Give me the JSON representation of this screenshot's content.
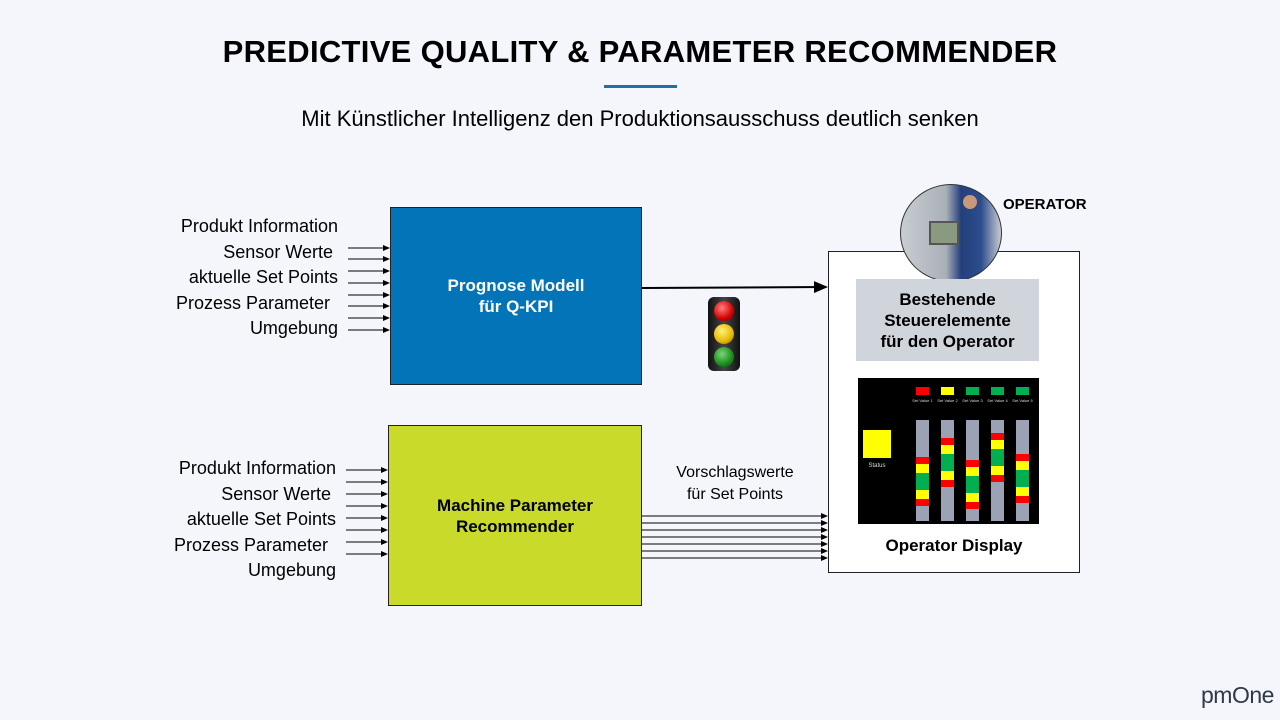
{
  "title": "PREDICTIVE  QUALITY & PARAMETER  RECOMMENDER",
  "subtitle": "Mit Künstlicher Intelligenz den Produktionsausschuss deutlich senken",
  "inputs_top": [
    "Produkt Information",
    "Sensor Werte",
    "aktuelle Set Points",
    "Prozess Parameter",
    "Umgebung"
  ],
  "inputs_bottom": [
    "Produkt Information",
    "Sensor Werte",
    "aktuelle Set Points",
    "Prozess Parameter",
    "Umgebung"
  ],
  "prognose": {
    "line1": "Prognose Modell",
    "line2": "für Q-KPI"
  },
  "recommender": {
    "line1": "Machine Parameter",
    "line2": "Recommender"
  },
  "vorschlag": {
    "line1": "Vorschlagswerte",
    "line2": "für Set Points"
  },
  "operator": {
    "label": "OPERATOR",
    "controls": {
      "line1": "Bestehende",
      "line2": "Steuerelemente",
      "line3": "für den Operator"
    },
    "display_label": "Operator Display",
    "display": {
      "status_label": "Status",
      "status_color": "#ffff00",
      "columns": [
        {
          "label": "Set Value 1",
          "indicator": "#ff0000",
          "value": 39
        },
        {
          "label": "Set Value 2",
          "indicator": "#ffff00",
          "value": 58
        },
        {
          "label": "Set Value 3",
          "indicator": "#00b050",
          "value": 36
        },
        {
          "label": "Set Value 4",
          "indicator": "#00b050",
          "value": 63
        },
        {
          "label": "Set Value 5",
          "indicator": "#00b050",
          "value": 42
        }
      ]
    }
  },
  "traffic_light": {
    "colors": [
      "#d40000",
      "#e6b800",
      "#1a8a1a"
    ]
  },
  "logo": "pmOne",
  "colors": {
    "prognose": "#0474b8",
    "recommender": "#c9da2a",
    "accent": "#1f6fae"
  }
}
